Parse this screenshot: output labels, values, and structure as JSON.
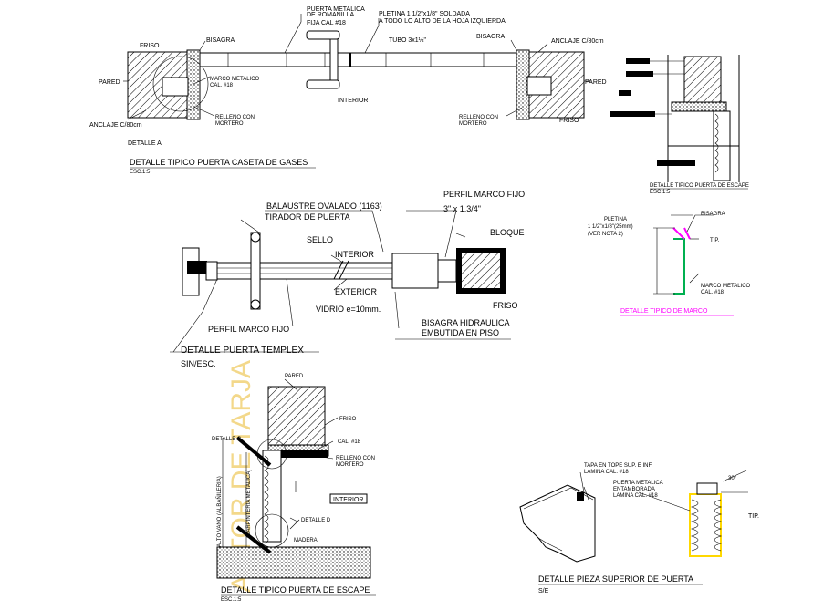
{
  "colors": {
    "ink": "#000000",
    "hatch_fill": "#bdbdbd",
    "accent_magenta": "#ff00ff",
    "accent_green": "#00b050",
    "accent_yellow": "#ffd800",
    "watermark": "#f3d88a"
  },
  "detail_caseta": {
    "title": "DETALLE TIPICO PUERTA CASETA DE GASES",
    "scale": "ESC.1:5",
    "labels": {
      "puerta_metalica": "PUERTA METALICA",
      "de_romanilla": "DE ROMANILLA",
      "fija_cal": "FIJA CAL #18",
      "pletina_1": "PLETINA 1 1/2\"x1/8\" SOLDADA",
      "pletina_2": "A TODO LO ALTO DE LA HOJA IZQUIERDA",
      "tubo": "TUBO 3x1½\"",
      "friso_left": "FRISO",
      "bisagra_left": "BISAGRA",
      "bisagra_right": "BISAGRA",
      "anclaje_right": "ANCLAJE C/80cm",
      "pared_left": "PARED",
      "pared_right": "PARED",
      "marco_metalico": "MARCO METALICO",
      "cal_18": "CAL. #18",
      "relleno_left": "RELLENO CON",
      "mortero_left": "MORTERO",
      "relleno_right": "RELLENO CON",
      "mortero_right": "MORTERO",
      "friso_right": "FRISO",
      "anclaje_left": "ANCLAJE C/80cm",
      "detalle_a": "DETALLE A",
      "interior": "INTERIOR"
    }
  },
  "detail_escape_small": {
    "title": "DETALLE TIPICO PUERTA DE ESCAPE",
    "scale": "ESC.1:5"
  },
  "detail_templex": {
    "title": "DETALLE PUERTA TEMPLEX",
    "scale": "SIN/ESC.",
    "labels": {
      "balaustre": "BALAUSTRE OVALADO (1163)",
      "tirador": "TIRADOR DE PUERTA",
      "perfil_marco": "PERFIL MARCO FIJO",
      "perfil_size": "3\" x 1.3/4\"",
      "sello": "SELLO",
      "bloque": "BLOQUE",
      "interior": "INTERIOR",
      "exterior": "EXTERIOR",
      "vidrio": "VIDRIO e=10mm.",
      "friso": "FRISO",
      "perfil_marco_fijo": "PERFIL MARCO FIJO",
      "bisagra_1": "BISAGRA HIDRAULICA",
      "bisagra_2": "EMBUTIDA EN PISO"
    }
  },
  "detail_marco": {
    "title": "DETALLE TIPICO DE MARCO",
    "labels": {
      "pletina": "PLETINA",
      "pletina_size": "1 1/2\"x1/8\"(25mm)",
      "ver_nota": "(VER NOTA 2)",
      "bisagra": "BISAGRA",
      "tip": "TIP.",
      "marco_metalico": "MARCO METALICO",
      "cal": "CAL. #18"
    }
  },
  "detail_escape": {
    "title": "DETALLE TIPICO PUERTA DE ESCAPE",
    "scale": "ESC.1:5",
    "labels": {
      "pared": "PARED",
      "friso": "FRISO",
      "cal": "CAL. #18",
      "relleno": "RELLENO CON",
      "mortero": "MORTERO",
      "interior": "INTERIOR",
      "detalle_c": "DETALLE C",
      "detalle_d": "DETALLE D",
      "madera": "MADERA",
      "alto_vano": "ALTO VANO (ALBAÑILERIA)",
      "carpinteria": "(CARPINTERIA METALICA)"
    }
  },
  "detail_pieza": {
    "title": "DETALLE PIEZA SUPERIOR DE PUERTA",
    "scale": "S/E",
    "labels": {
      "tapa_1": "TAPA EN TOPE SUP. E INF.",
      "tapa_2": "LAMINA CAL. #18",
      "puerta_1": "PUERTA METALICA",
      "puerta_2": "ENTAMBORADA",
      "puerta_3": "LAMINA CAL. #18",
      "tip": "TIP.",
      "angle": "30°"
    }
  },
  "watermark": "AUTOR DE TARJA"
}
